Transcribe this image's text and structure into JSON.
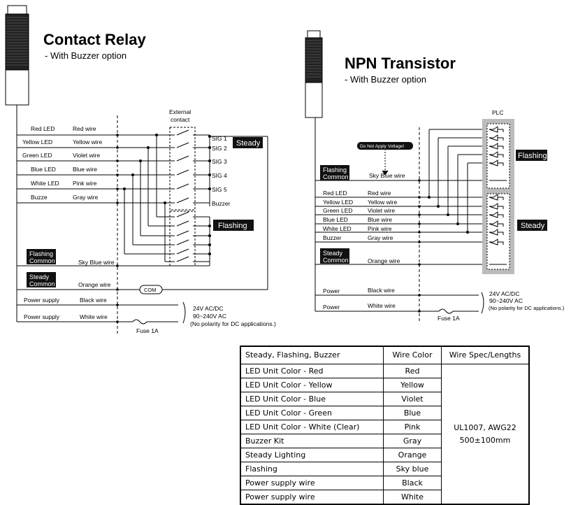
{
  "left": {
    "title": "Contact Relay",
    "subtitle": "- With Buzzer option",
    "external_contact": [
      "External",
      "contact"
    ],
    "rows": [
      {
        "led": "Red LED",
        "wire": "Red wire"
      },
      {
        "led": "Yellow LED",
        "wire": "Yellow wire"
      },
      {
        "led": "Green LED",
        "wire": "Violet wire"
      },
      {
        "led": "Blue LED",
        "wire": "Blue wire"
      },
      {
        "led": "White LED",
        "wire": "Pink wire"
      },
      {
        "led": "Buzze",
        "wire": "Gray wire"
      }
    ],
    "sigs": [
      "SIG 1",
      "SIG 2",
      "SIG 3",
      "SIG 4",
      "SIG 5",
      "Buzzer"
    ],
    "steady_box": "Steady",
    "flashing_box": "Flashing",
    "flashing_common": [
      "Flashing",
      "Common"
    ],
    "flashing_common_wire": "Sky Blue wire",
    "steady_common": [
      "Steady",
      "Common"
    ],
    "steady_common_wire": "Orange wire",
    "com": "COM",
    "power": [
      {
        "label": "Power supply",
        "wire": "Black wire"
      },
      {
        "label": "Power supply",
        "wire": "White wire"
      }
    ],
    "voltage": [
      "24V AC/DC",
      "90~240V AC",
      "(No polarity for DC applications.)"
    ],
    "fuse": "Fuse 1A"
  },
  "right": {
    "title": "NPN Transistor",
    "subtitle": "- With Buzzer option",
    "plc": "PLC",
    "warning": "Do Not Apply Voltage!",
    "flashing_common": [
      "Flashing",
      "Common"
    ],
    "flashing_common_wire": "Sky Blue wire",
    "rows": [
      {
        "led": "Red LED",
        "wire": "Red wire"
      },
      {
        "led": "Yellow LED",
        "wire": "Yellow wire"
      },
      {
        "led": "Green LED",
        "wire": "Violet wire"
      },
      {
        "led": "Blue LED",
        "wire": "Blue wire"
      },
      {
        "led": "White LED",
        "wire": "Pink wire"
      },
      {
        "led": "Buzzer",
        "wire": "Gray wire"
      }
    ],
    "steady_common": [
      "Steady",
      "Common"
    ],
    "steady_common_wire": "Orange wire",
    "flashing_box": "Flashing",
    "steady_box": "Steady",
    "power": [
      {
        "label": "Power",
        "wire": "Black wire"
      },
      {
        "label": "Power",
        "wire": "White wire"
      }
    ],
    "voltage": [
      "24V AC/DC",
      "90~240V AC",
      "(No polarity for DC applications.)"
    ],
    "fuse": "Fuse 1A"
  },
  "table": {
    "headers": [
      "Steady, Flashing, Buzzer",
      "Wire Color",
      "Wire Spec/Lengths"
    ],
    "rows": [
      {
        "item": "LED Unit Color - Red",
        "color": "Red"
      },
      {
        "item": "LED Unit Color - Yellow",
        "color": "Yellow"
      },
      {
        "item": "LED Unit Color - Blue",
        "color": "Violet"
      },
      {
        "item": "LED Unit Color - Green",
        "color": "Blue"
      },
      {
        "item": "LED Unit Color - White (Clear)",
        "color": "Pink"
      },
      {
        "item": "Buzzer Kit",
        "color": "Gray"
      },
      {
        "item": "Steady Lighting",
        "color": "Orange"
      },
      {
        "item": "Flashing",
        "color": "Sky blue"
      },
      {
        "item": "Power supply wire",
        "color": "Black"
      },
      {
        "item": "Power supply wire",
        "color": "White"
      }
    ],
    "spec": [
      "UL1007, AWG22",
      "500±100mm"
    ]
  }
}
